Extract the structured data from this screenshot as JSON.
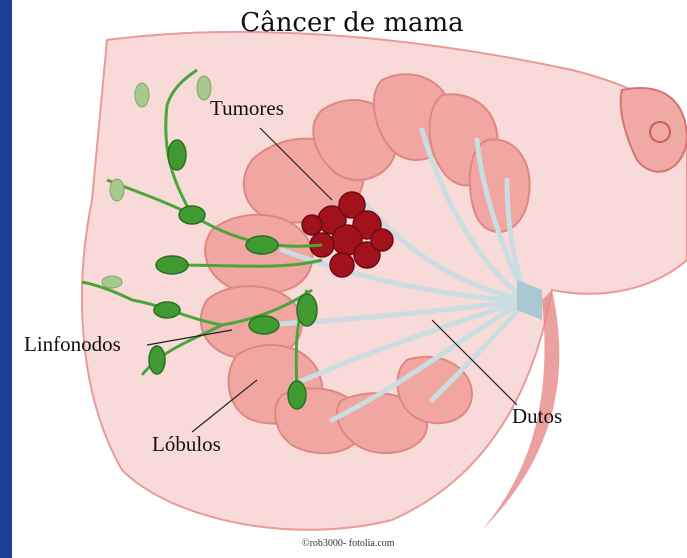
{
  "title": "Câncer de mama",
  "labels": {
    "tumores": "Tumores",
    "linfonodos": "Linfonodos",
    "lobulos": "Lóbulos",
    "dutos": "Dutos"
  },
  "credit": "©rob3000- fotolia.com",
  "colors": {
    "frame": "#1e3f94",
    "skin": "#f6c9c6",
    "lobule": "#f1a6a2",
    "tumor": "#a1121c",
    "node": "#3f9a32",
    "duct": "#c9dde3"
  }
}
